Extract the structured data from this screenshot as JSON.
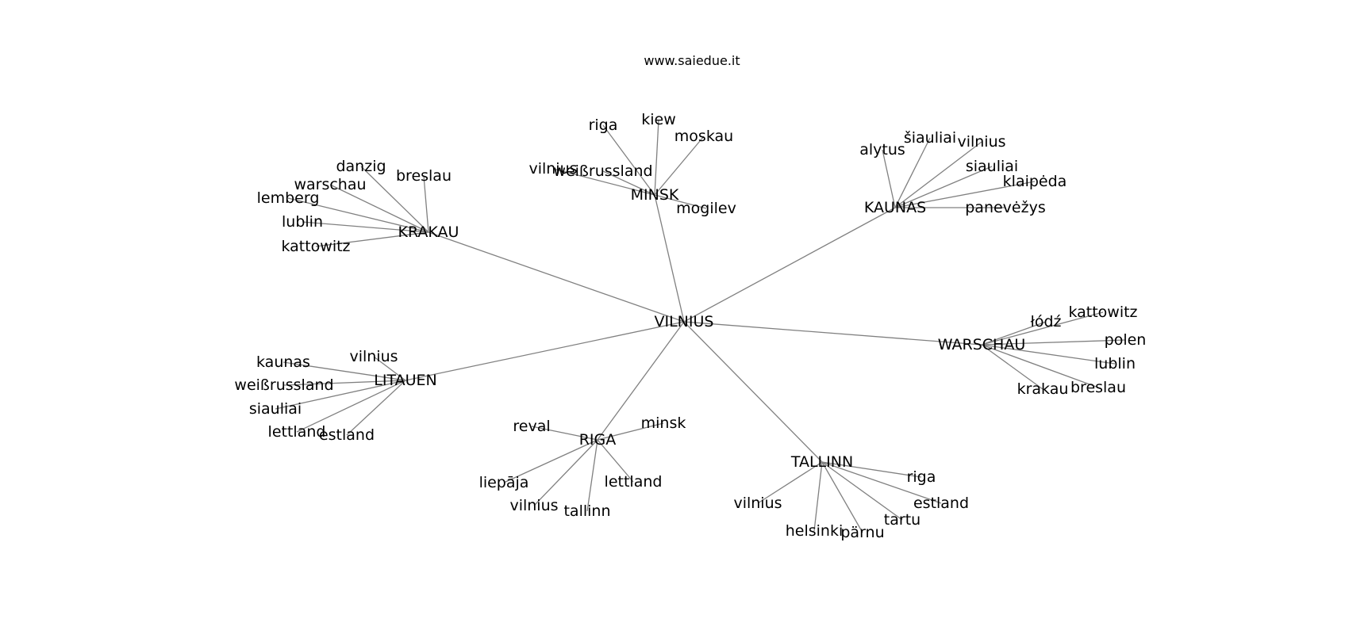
{
  "caption": "www.saiedue.it",
  "colors": {
    "edge": "#808080",
    "text": "#000000",
    "background": "#ffffff"
  },
  "graph": {
    "root": "VILNIUS",
    "hubs": [
      {
        "id": "minsk",
        "label": "MINSK",
        "children": [
          "riga",
          "kiew",
          "moskau",
          "vilnius",
          "weißrussland",
          "mogilev"
        ]
      },
      {
        "id": "kaunas",
        "label": "KAUNAS",
        "children": [
          "alytus",
          "šiauliai",
          "vilnius",
          "siauliai",
          "klaipėda",
          "panevėžys"
        ]
      },
      {
        "id": "krakau",
        "label": "KRAKAU",
        "children": [
          "danzig",
          "breslau",
          "warschau",
          "lemberg",
          "lublin",
          "kattowitz"
        ]
      },
      {
        "id": "warschau",
        "label": "WARSCHAU",
        "children": [
          "łódź",
          "kattowitz",
          "polen",
          "lublin",
          "krakau",
          "breslau"
        ]
      },
      {
        "id": "litauen",
        "label": "LITAUEN",
        "children": [
          "kaunas",
          "vilnius",
          "weißrussland",
          "siauliai",
          "lettland",
          "estland"
        ]
      },
      {
        "id": "riga",
        "label": "RIGA",
        "children": [
          "reval",
          "minsk",
          "liepāja",
          "lettland",
          "vilnius",
          "tallinn"
        ]
      },
      {
        "id": "tallinn",
        "label": "TALLINN",
        "children": [
          "vilnius",
          "riga",
          "estland",
          "tartu",
          "helsinki",
          "pärnu"
        ]
      }
    ]
  }
}
